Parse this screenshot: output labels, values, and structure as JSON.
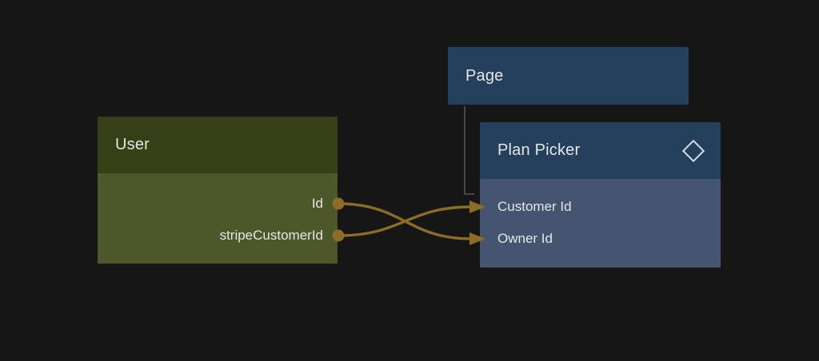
{
  "canvas": {
    "background": "#161616"
  },
  "nodes": {
    "page": {
      "title": "Page"
    },
    "plan_picker": {
      "title": "Plan Picker",
      "icon": "diamond-icon",
      "fields": [
        {
          "label": "Customer Id"
        },
        {
          "label": "Owner Id"
        }
      ]
    },
    "user": {
      "title": "User",
      "fields": [
        {
          "label": "Id"
        },
        {
          "label": "stripeCustomerId"
        }
      ]
    }
  },
  "edges": [
    {
      "from": "User.Id",
      "to": "Plan Picker.Owner Id",
      "style": "bezier-arrow",
      "color": "#8d6c25"
    },
    {
      "from": "User.stripeCustomerId",
      "to": "Plan Picker.Customer Id",
      "style": "bezier-arrow",
      "color": "#8d6c25"
    },
    {
      "from": "Page",
      "to": "Plan Picker",
      "style": "elbow",
      "color": "#55585c"
    }
  ],
  "colors": {
    "bg": "#161616",
    "header_blue": "#24405c",
    "body_blue": "#455570",
    "header_green": "#364016",
    "body_green": "#4d572a",
    "edge": "#8d6c25",
    "elbow": "#55585c",
    "text": "#e4e7e3"
  }
}
